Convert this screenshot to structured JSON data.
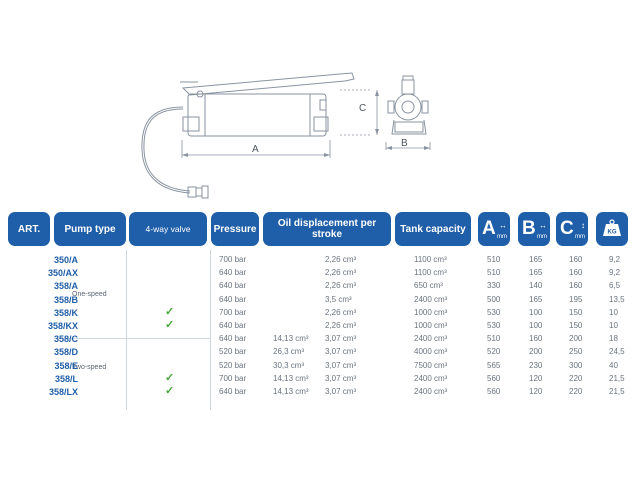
{
  "drawing": {
    "dim_a": "A",
    "dim_b": "B",
    "dim_c": "C"
  },
  "headers": {
    "art": "ART.",
    "pump_type": "Pump type",
    "valve": "4-way valve",
    "pressure": "Pressure",
    "oil": "Oil displacement per stroke",
    "tank": "Tank capacity",
    "a": "A",
    "b": "B",
    "c": "C",
    "unit": "mm",
    "kg": "KG"
  },
  "groups": {
    "one_speed": "One-speed",
    "two_speed": "Two-speed"
  },
  "rows": [
    {
      "art": "350/A",
      "pressure": "700 bar",
      "oil1": "",
      "oil2": "2,26 cm³",
      "tank": "1100 cm³",
      "a": "510",
      "b": "165",
      "c": "160",
      "kg": "9,2",
      "valve": false
    },
    {
      "art": "350/AX",
      "pressure": "640 bar",
      "oil1": "",
      "oil2": "2,26 cm³",
      "tank": "1100 cm³",
      "a": "510",
      "b": "165",
      "c": "160",
      "kg": "9,2",
      "valve": false
    },
    {
      "art": "358/A",
      "pressure": "640 bar",
      "oil1": "",
      "oil2": "2,26 cm³",
      "tank": "650 cm³",
      "a": "330",
      "b": "140",
      "c": "160",
      "kg": "6,5",
      "valve": false
    },
    {
      "art": "358/B",
      "pressure": "640 bar",
      "oil1": "",
      "oil2": "3,5 cm³",
      "tank": "2400 cm³",
      "a": "500",
      "b": "165",
      "c": "195",
      "kg": "13,5",
      "valve": false
    },
    {
      "art": "358/K",
      "pressure": "700 bar",
      "oil1": "",
      "oil2": "2,26 cm³",
      "tank": "1000 cm³",
      "a": "530",
      "b": "100",
      "c": "150",
      "kg": "10",
      "valve": true
    },
    {
      "art": "358/KX",
      "pressure": "640 bar",
      "oil1": "",
      "oil2": "2,26 cm³",
      "tank": "1000 cm³",
      "a": "530",
      "b": "100",
      "c": "150",
      "kg": "10",
      "valve": true
    },
    {
      "art": "358/C",
      "pressure": "640 bar",
      "oil1": "14,13 cm³",
      "oil2": "3,07 cm³",
      "tank": "2400 cm³",
      "a": "510",
      "b": "160",
      "c": "200",
      "kg": "18",
      "valve": false
    },
    {
      "art": "358/D",
      "pressure": "520 bar",
      "oil1": "26,3 cm³",
      "oil2": "3,07 cm³",
      "tank": "4000 cm³",
      "a": "520",
      "b": "200",
      "c": "250",
      "kg": "24,5",
      "valve": false
    },
    {
      "art": "358/E",
      "pressure": "520 bar",
      "oil1": "30,3 cm³",
      "oil2": "3,07 cm³",
      "tank": "7500 cm³",
      "a": "565",
      "b": "230",
      "c": "300",
      "kg": "40",
      "valve": false
    },
    {
      "art": "358/L",
      "pressure": "700 bar",
      "oil1": "14,13 cm³",
      "oil2": "3,07 cm³",
      "tank": "2400 cm³",
      "a": "560",
      "b": "120",
      "c": "220",
      "kg": "21,5",
      "valve": true
    },
    {
      "art": "358/LX",
      "pressure": "640 bar",
      "oil1": "14,13 cm³",
      "oil2": "3,07 cm³",
      "tank": "2400 cm³",
      "a": "560",
      "b": "120",
      "c": "220",
      "kg": "21,5",
      "valve": true
    }
  ],
  "colors": {
    "header_bg": "#1f5ea8",
    "art_text": "#1f5ea8",
    "check": "#48a63c"
  }
}
